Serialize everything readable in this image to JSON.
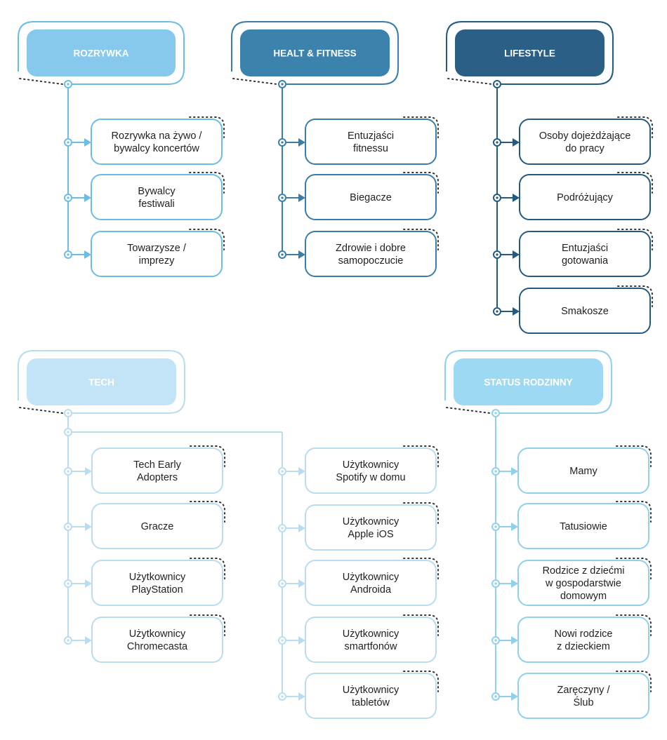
{
  "groups": [
    {
      "id": "rozrywka",
      "title": "ROZRYWKA",
      "color": "#6bbde6",
      "header_fill": "#86c9ec",
      "items": [
        [
          "Rozrywka na żywo /",
          "bywalcy koncertów"
        ],
        [
          "Bywalcy",
          "festiwali"
        ],
        [
          "Towarzysze /",
          "imprezy"
        ]
      ]
    },
    {
      "id": "healt-fitness",
      "title": "HEALT & FITNESS",
      "color": "#3a7da8",
      "header_fill": "#3b82ad",
      "items": [
        [
          "Entuzjaści",
          "fitnessu"
        ],
        [
          "Biegacze"
        ],
        [
          "Zdrowie i dobre",
          "samopoczucie"
        ]
      ]
    },
    {
      "id": "lifestyle",
      "title": "LIFESTYLE",
      "color": "#235a80",
      "header_fill": "#2b5f86",
      "items": [
        [
          "Osoby dojeżdżające",
          "do pracy"
        ],
        [
          "Podróżujący"
        ],
        [
          "Entuzjaści",
          "gotowania"
        ],
        [
          "Smakosze"
        ]
      ]
    },
    {
      "id": "tech",
      "title": "TECH",
      "color": "#b9dcf0",
      "header_fill": "#c3e4f6",
      "items": [
        [
          "Tech Early",
          "Adopters"
        ],
        [
          "Gracze"
        ],
        [
          "Użytkownicy",
          "PlayStation"
        ],
        [
          "Użytkownicy",
          "Chromecasta"
        ]
      ],
      "items_right": [
        [
          "Użytkownicy",
          "Spotify w domu"
        ],
        [
          "Użytkownicy",
          "Apple iOS"
        ],
        [
          "Użytkownicy",
          "Androida"
        ],
        [
          "Użytkownicy",
          "smartfonów"
        ],
        [
          "Użytkownicy",
          "tabletów"
        ]
      ]
    },
    {
      "id": "status-rodzinny",
      "title": "STATUS RODZINNY",
      "color": "#8fd0ec",
      "header_fill": "#9dd9f2",
      "items": [
        [
          "Mamy"
        ],
        [
          "Tatusiowie"
        ],
        [
          "Rodzice z dziećmi",
          "w gospodarstwie",
          "domowym"
        ],
        [
          "Nowi rodzice",
          "z dzieckiem"
        ],
        [
          "Zaręczyny /",
          "Ślub"
        ]
      ]
    }
  ],
  "colors": {
    "text": "#222222",
    "header_text": "#ffffff",
    "dots": "#333333"
  }
}
